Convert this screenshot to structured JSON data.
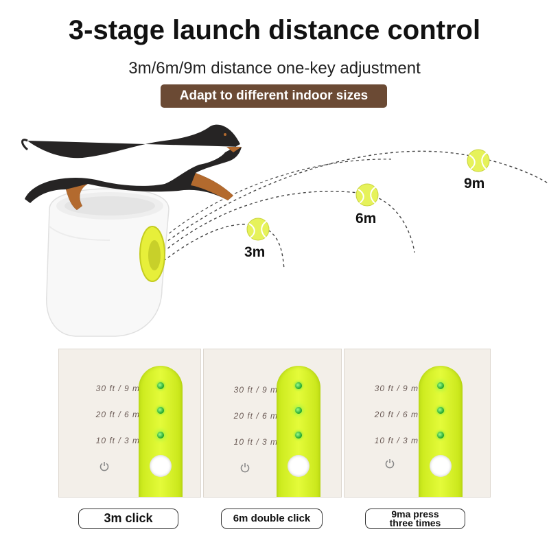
{
  "header": {
    "title": "3-stage launch distance control",
    "subtitle": "3m/6m/9m distance one-key adjustment",
    "badge": "Adapt to different indoor sizes"
  },
  "distances": [
    "3m",
    "6m",
    "9m"
  ],
  "panel_labels": [
    "30 ft / 9 m",
    "20 ft / 6 m",
    "10 ft / 3 m"
  ],
  "captions": {
    "click_3m": "3m click",
    "click_6m": "6m double click",
    "click_9m_line1": "9ma press",
    "click_9m_line2": "three times"
  },
  "colors": {
    "badge": "#6b4a34",
    "strip": "#d8f22a",
    "ball": "#e6f25a",
    "dog": "#2a2a2a",
    "dog_tan": "#b36a2e"
  },
  "icons": {
    "power": "power-icon",
    "led": "led-indicator-icon",
    "ball": "tennis-ball-icon"
  }
}
